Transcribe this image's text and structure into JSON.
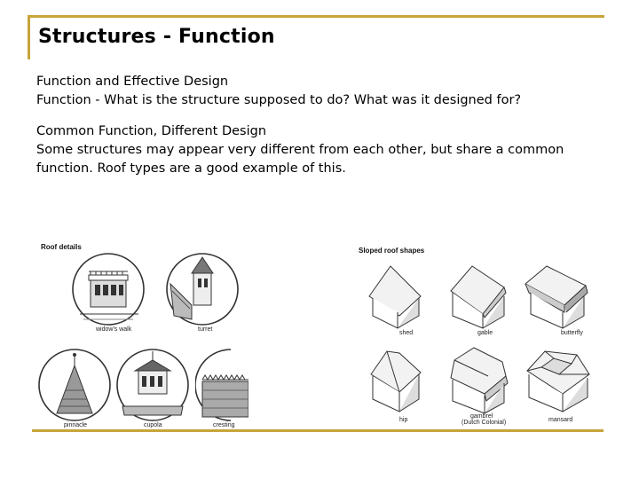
{
  "slide": {
    "title": "Structures - Function",
    "sections": [
      {
        "heading": "Function and Effective Design",
        "body": "Function - What is the structure supposed to do? What was it designed for?"
      },
      {
        "heading": "Common Function, Different Design",
        "body": "Some structures may appear very different from each other, but share a common function. Roof types are a good example of this."
      }
    ]
  },
  "roof_details": {
    "heading": "Roof details",
    "items": [
      {
        "label": "widow's walk"
      },
      {
        "label": "turret"
      },
      {
        "label": "pinnacle"
      },
      {
        "label": "cupola"
      },
      {
        "label": "cresting"
      }
    ]
  },
  "sloped_roofs": {
    "heading": "Sloped roof shapes",
    "items": [
      {
        "label": "shed"
      },
      {
        "label": "gable"
      },
      {
        "label": "butterfly"
      },
      {
        "label": "hip"
      },
      {
        "label": "gambrel",
        "sublabel": "(Dutch Colonial)"
      },
      {
        "label": "mansard"
      }
    ]
  },
  "colors": {
    "accent_rule": "#c8a43a",
    "line_art": "#333333"
  }
}
